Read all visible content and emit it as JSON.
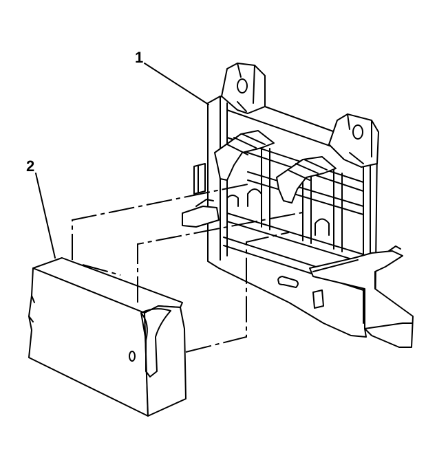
{
  "callouts": [
    {
      "id": "bracket",
      "label": "1"
    },
    {
      "id": "module",
      "label": "2"
    }
  ]
}
